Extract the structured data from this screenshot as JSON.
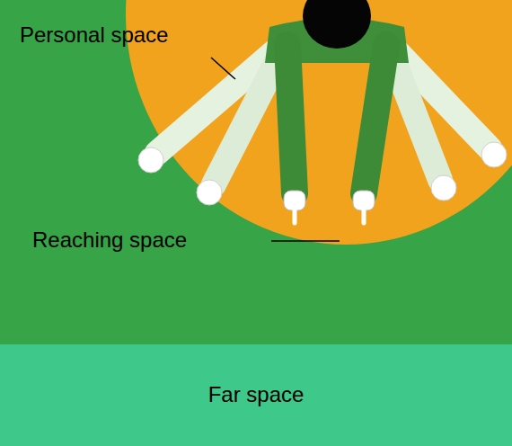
{
  "diagram": {
    "nodes": [
      {
        "text": [
          "Far space"
        ]
      }
    ],
    "labels": [
      "Personal space",
      "Reaching space"
    ]
  }
}
